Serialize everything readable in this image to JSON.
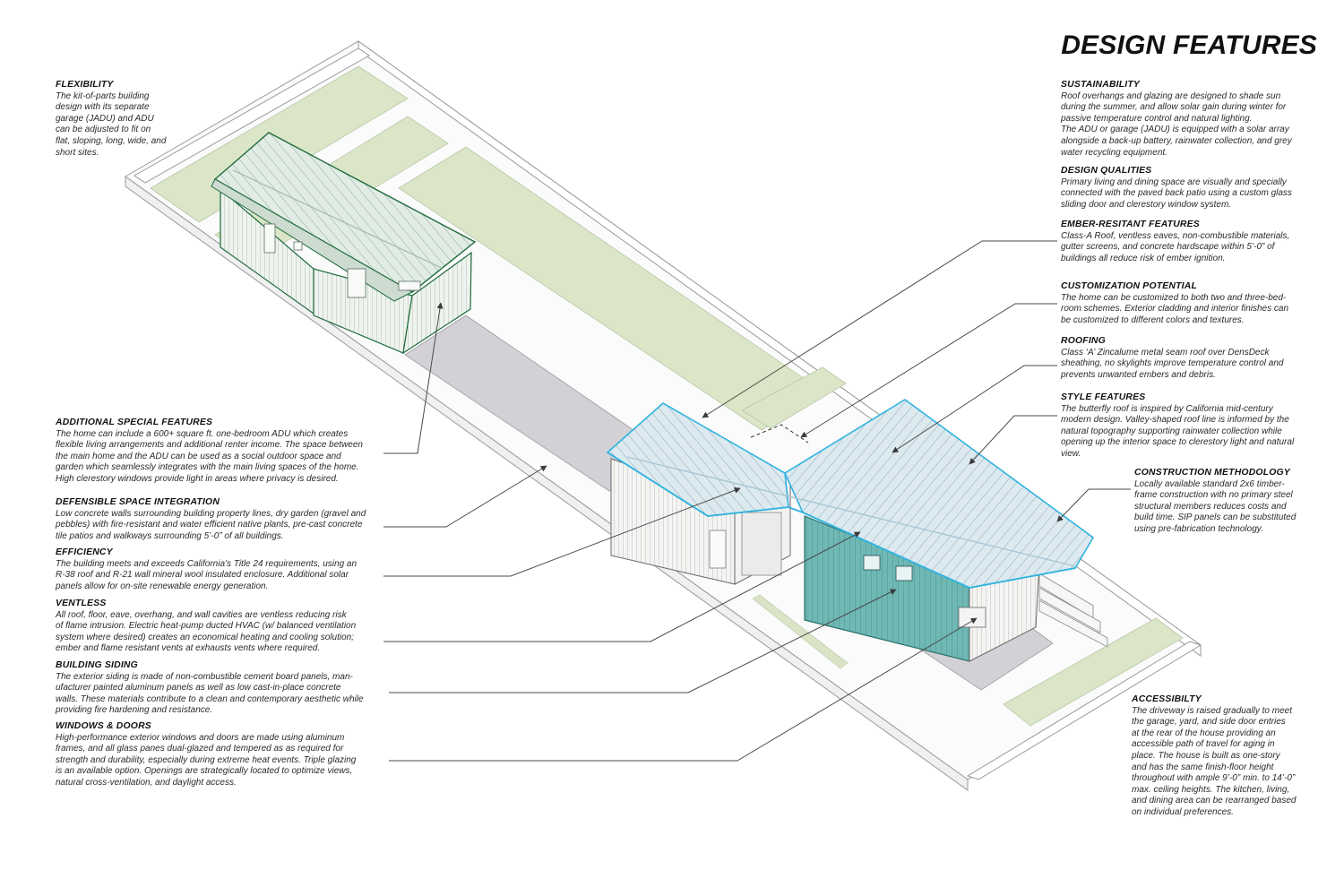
{
  "title": "DESIGN FEATURES",
  "colors": {
    "garden": "#dbe6c8",
    "paving": "#d3d1d6",
    "adu_roof": "#e1ece5",
    "house_roof": "#dceaf0",
    "house_outline": "#30b3df",
    "adu_outline": "#1f6b3b",
    "teal_wall": "#6fb8b4",
    "line": "#4a4a4a"
  },
  "annotations": {
    "flexibility": {
      "heading": "FLEXIBILITY",
      "lines": [
        "The kit-of-parts building",
        "design with its separate",
        "garage (JADU) and ADU",
        "can be adjusted to fit on",
        "flat, sloping, long, wide, and",
        "short sites."
      ]
    },
    "additional": {
      "heading": "ADDITIONAL SPECIAL FEATURES",
      "lines": [
        "The home can include a 600+ square ft. one-bedroom ADU which creates",
        "flexible living arrangements and additional renter income. The space between",
        "the main home and the ADU can be used as a social outdoor space and",
        "garden which seamlessly integrates with the main living spaces of the home.",
        "High clerestory windows provide light in areas where privacy is desired."
      ]
    },
    "defensible": {
      "heading": "DEFENSIBLE SPACE INTEGRATION",
      "lines": [
        "Low concrete walls surrounding building property lines, dry garden (gravel and",
        "pebbles) with fire-resistant and water efficient native plants, pre-cast concrete",
        "tile patios and walkways surrounding 5’-0” of all buildings."
      ]
    },
    "efficiency": {
      "heading": "EFFICIENCY",
      "lines": [
        "The building meets and exceeds California’s Title 24 requirements, using an",
        "R-38 roof and R-21 wall mineral wool insulated enclosure. Additional solar",
        "panels allow for on-site renewable energy generation."
      ]
    },
    "ventless": {
      "heading": "VENTLESS",
      "lines": [
        "All roof, floor, eave, overhang, and wall cavities are ventless reducing risk",
        "of flame intrusion. Electric heat-pump ducted HVAC (w/ balanced ventilation",
        "system where desired) creates an economical heating and cooling solution;",
        "ember and flame resistant vents at exhausts vents where required."
      ]
    },
    "siding": {
      "heading": "BUILDING SIDING",
      "lines": [
        "The exterior siding is made of non-combustible cement board panels, man-",
        "ufacturer painted aluminum panels as well as low cast-in-place concrete",
        "walls. These materials contribute to a clean and contemporary aesthetic while",
        "providing fire hardening and resistance."
      ]
    },
    "windows": {
      "heading": "WINDOWS & DOORS",
      "lines": [
        "High-performance exterior windows and doors are made using aluminum",
        "frames, and all glass panes dual-glazed and tempered as as required for",
        "strength and durability, especially during extreme heat events. Triple glazing",
        "is an available option. Openings are strategically located to optimize views,",
        "natural cross-ventilation, and daylight access."
      ]
    },
    "sustainability": {
      "heading": "SUSTAINABILITY",
      "lines": [
        "Roof overhangs and glazing are designed to shade sun",
        "during the summer, and allow solar gain during winter for",
        "passive temperature control and natural lighting."
      ],
      "lines2": [
        "The ADU or garage (JADU) is equipped with a solar array",
        "alongside a back-up battery, rainwater collection, and grey",
        "water recycling equipment."
      ]
    },
    "design_qualities": {
      "heading": "DESIGN QUALITIES",
      "lines": [
        "Primary living and dining space are visually and specially",
        "connected with the paved back patio using a custom glass",
        "sliding door and clerestory window system."
      ]
    },
    "ember": {
      "heading": "EMBER-RESITANT FEATURES",
      "lines": [
        "Class-A Roof, ventless eaves, non-combustible materials,",
        "gutter screens, and concrete hardscape within 5’-0” of",
        "buildings all reduce risk of ember ignition."
      ]
    },
    "customization": {
      "heading": "CUSTOMIZATION POTENTIAL",
      "lines": [
        "The home can be customized to both two and three-bed-",
        "room schemes. Exterior cladding and interior finishes can",
        "be customized to different colors and textures."
      ]
    },
    "roofing": {
      "heading": "ROOFING",
      "lines": [
        "Class ‘A’ Zincalume metal seam roof over DensDeck",
        "sheathing, no skylights improve temperature control and",
        "prevents unwanted embers and debris."
      ]
    },
    "style": {
      "heading": "STYLE FEATURES",
      "lines": [
        "The butterfly roof is inspired by California mid-century",
        "modern design. Valley-shaped roof line is informed by the",
        "natural topography supporting rainwater collection while",
        "opening up the interior space to clerestory light and natural",
        "view."
      ]
    },
    "construction": {
      "heading": "CONSTRUCTION METHODOLOGY",
      "lines": [
        "Locally available standard 2x6 timber-",
        "frame construction with no primary steel",
        "structural members reduces costs and",
        "build time. SIP panels can be substituted",
        "using pre-fabrication technology."
      ]
    },
    "accessibility": {
      "heading": "ACCESSIBILTY",
      "lines": [
        "The driveway is raised gradually to meet",
        "the garage, yard, and side door entries",
        "at the rear of the house providing an",
        "accessible path of travel for aging in",
        "place. The house is built as one-story",
        "and has the same finish-floor height",
        "throughout with ample 9’-0” min. to 14’-0”",
        "max. ceiling heights. The kitchen, living,",
        "and dining area can be rearranged based",
        "on individual preferences."
      ]
    }
  }
}
